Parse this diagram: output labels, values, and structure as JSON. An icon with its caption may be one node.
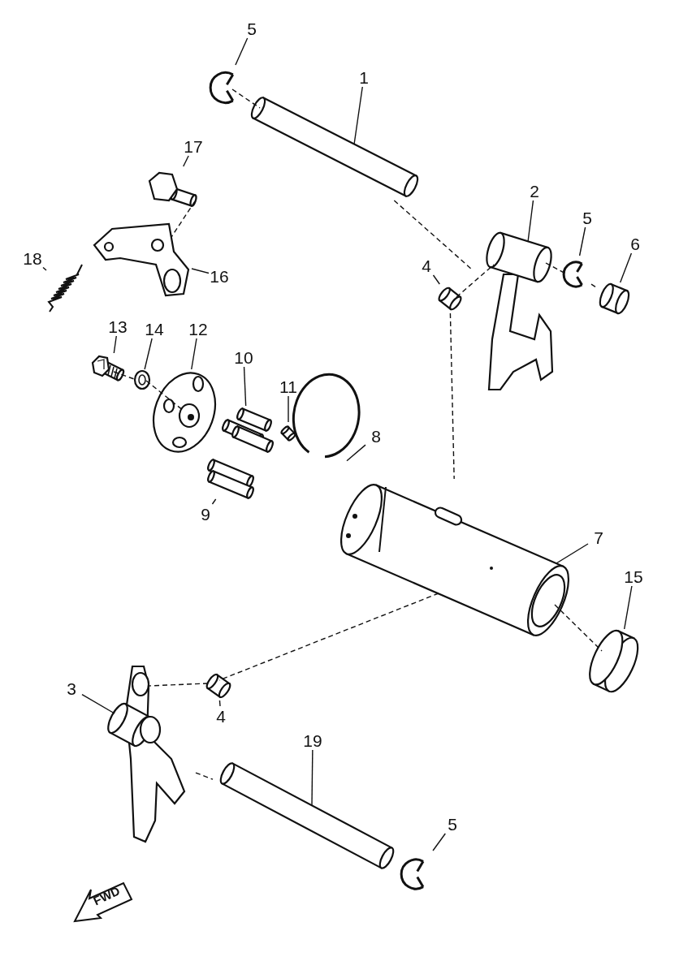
{
  "diagram": {
    "nodes": [
      {
        "text": [
          "5"
        ]
      },
      {
        "text": [],
        "shape": "picture"
      },
      {
        "text": [
          "1"
        ]
      },
      {
        "text": [],
        "shape": "picture"
      },
      {
        "text": [
          "17"
        ]
      },
      {
        "text": [],
        "shape": "picture"
      },
      {
        "text": [
          "2"
        ]
      },
      {
        "text": [],
        "shape": "picture"
      },
      {
        "text": [
          "5"
        ]
      },
      {
        "text": [],
        "shape": "picture"
      },
      {
        "text": [
          "6"
        ]
      },
      {
        "text": [],
        "shape": "picture"
      },
      {
        "text": [
          "4"
        ]
      },
      {
        "text": [],
        "shape": "picture"
      },
      {
        "text": [
          "18"
        ]
      },
      {
        "text": [],
        "shape": "picture"
      },
      {
        "text": [
          "16"
        ]
      },
      {
        "text": [],
        "shape": "picture"
      },
      {
        "text": [
          "13"
        ]
      },
      {
        "text": [],
        "shape": "picture"
      },
      {
        "text": [
          "14"
        ]
      },
      {
        "text": [],
        "shape": "picture"
      },
      {
        "text": [
          "12"
        ]
      },
      {
        "text": [],
        "shape": "picture"
      },
      {
        "text": [
          "10"
        ]
      },
      {
        "text": [],
        "shape": "picture"
      },
      {
        "text": [
          "11"
        ]
      },
      {
        "text": [],
        "shape": "picture"
      },
      {
        "text": [
          "8"
        ]
      },
      {
        "text": [],
        "shape": "picture"
      },
      {
        "text": [
          "9"
        ]
      },
      {
        "text": [],
        "shape": "picture"
      },
      {
        "text": [
          "7"
        ]
      },
      {
        "text": [],
        "shape": "picture"
      },
      {
        "text": [
          "15"
        ]
      },
      {
        "text": [],
        "shape": "picture"
      },
      {
        "text": [
          "4"
        ]
      },
      {
        "text": [],
        "shape": "picture"
      },
      {
        "text": [
          "3"
        ]
      },
      {
        "text": [],
        "shape": "picture"
      },
      {
        "text": [
          "19"
        ]
      },
      {
        "text": [],
        "shape": "picture"
      },
      {
        "text": [
          "5"
        ]
      },
      {
        "text": [],
        "shape": "picture"
      }
    ],
    "edges": [
      {
        "from": 0,
        "to": 1,
        "arrow": "none"
      },
      {
        "from": 2,
        "to": 3,
        "arrow": "none"
      },
      {
        "from": 4,
        "to": 5,
        "arrow": "none"
      },
      {
        "from": 6,
        "to": 7,
        "arrow": "none"
      },
      {
        "from": 8,
        "to": 9,
        "arrow": "none"
      },
      {
        "from": 10,
        "to": 11,
        "arrow": "none"
      },
      {
        "from": 12,
        "to": 13,
        "arrow": "none"
      },
      {
        "from": 14,
        "to": 15,
        "arrow": "none"
      },
      {
        "from": 16,
        "to": 17,
        "arrow": "none"
      },
      {
        "from": 18,
        "to": 19,
        "arrow": "none"
      },
      {
        "from": 20,
        "to": 21,
        "arrow": "none"
      },
      {
        "from": 22,
        "to": 23,
        "arrow": "none"
      },
      {
        "from": 24,
        "to": 25,
        "arrow": "none"
      },
      {
        "from": 26,
        "to": 27,
        "arrow": "none"
      },
      {
        "from": 28,
        "to": 29,
        "arrow": "none"
      },
      {
        "from": 30,
        "to": 31,
        "arrow": "none"
      },
      {
        "from": 32,
        "to": 33,
        "arrow": "none"
      },
      {
        "from": 34,
        "to": 35,
        "arrow": "none"
      },
      {
        "from": 36,
        "to": 37,
        "arrow": "none"
      },
      {
        "from": 38,
        "to": 39,
        "arrow": "none"
      },
      {
        "from": 40,
        "to": 41,
        "arrow": "none"
      },
      {
        "from": 42,
        "to": 43,
        "arrow": "none"
      },
      {
        "from": 1,
        "to": 3,
        "arrow": "none",
        "style": "dashed"
      },
      {
        "from": 3,
        "to": 7,
        "arrow": "none",
        "style": "dashed"
      },
      {
        "from": 7,
        "to": 9,
        "arrow": "none",
        "style": "dashed"
      },
      {
        "from": 9,
        "to": 11,
        "arrow": "none",
        "style": "dashed"
      },
      {
        "from": 5,
        "to": 17,
        "arrow": "none",
        "style": "dashed"
      },
      {
        "from": 13,
        "to": 7,
        "arrow": "none",
        "style": "dashed"
      },
      {
        "from": 13,
        "to": 33,
        "arrow": "none",
        "style": "dashed"
      },
      {
        "from": 19,
        "to": 21,
        "arrow": "none",
        "style": "dashed"
      },
      {
        "from": 21,
        "to": 23,
        "arrow": "none",
        "style": "dashed"
      },
      {
        "from": 33,
        "to": 35,
        "arrow": "none",
        "style": "dashed"
      },
      {
        "from": 33,
        "to": 37,
        "arrow": "none",
        "style": "dashed"
      },
      {
        "from": 37,
        "to": 39,
        "arrow": "none",
        "style": "dashed"
      },
      {
        "from": 39,
        "to": 41,
        "arrow": "none",
        "style": "dashed"
      }
    ],
    "labels": [
      "FWD"
    ]
  }
}
